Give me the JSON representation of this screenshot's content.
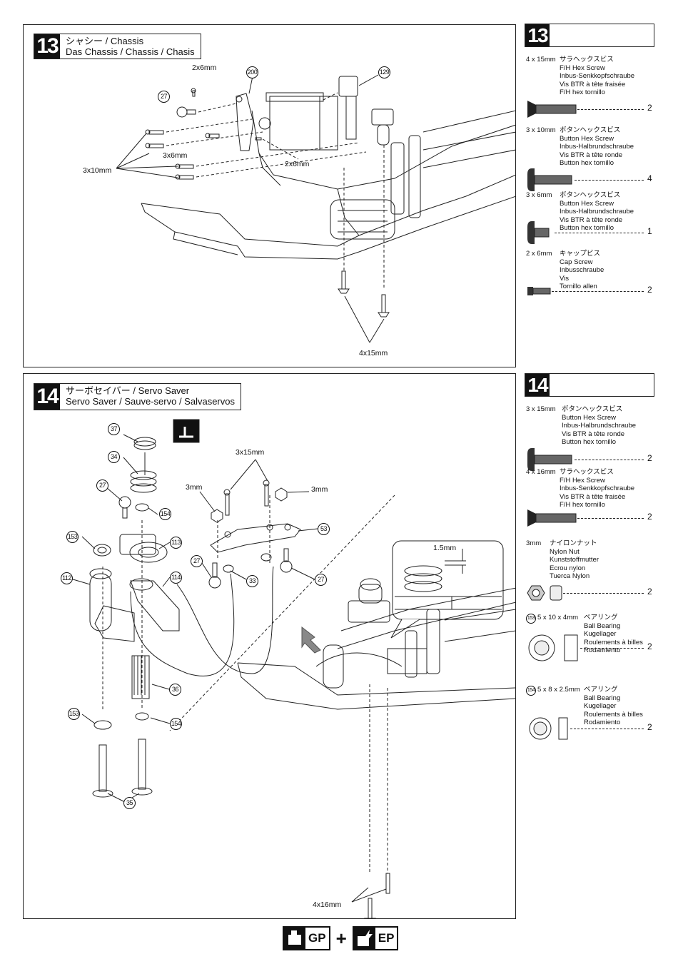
{
  "step13": {
    "number": "13",
    "title_jp": "シャシー / Chassis",
    "title_multi": "Das Chassis / Chassis / Chasis",
    "callouts": [
      "200",
      "129",
      "27"
    ],
    "labels": {
      "top_screw": "2x6mm",
      "mid_screw": "3x6mm",
      "side_screw": "2x6mm",
      "left_screws": "3x10mm",
      "bottom_screws": "4x15mm"
    },
    "parts": [
      {
        "size": "4 x 15mm",
        "names": [
          "サラヘックスビス",
          "F/H Hex Screw",
          "Inbus-Senkkopfschraube",
          "Vis BTR à tête fraisée",
          "F/H hex tornillo"
        ],
        "qty": "2"
      },
      {
        "size": "3 x 10mm",
        "names": [
          "ボタンヘックスビス",
          "Button Hex Screw",
          "Inbus-Halbrundschraube",
          "Vis BTR à tête ronde",
          "Button hex tornillo"
        ],
        "qty": "4"
      },
      {
        "size": "3 x 6mm",
        "names": [
          "ボタンヘックスビス",
          "Button Hex Screw",
          "Inbus-Halbrundschraube",
          "Vis BTR à tête ronde",
          "Button hex tornillo"
        ],
        "qty": "1"
      },
      {
        "size": "2 x 6mm",
        "names": [
          "キャップビス",
          "Cap Screw",
          "Inbusschraube",
          "Vis",
          "Tornillo allen"
        ],
        "qty": "2"
      }
    ]
  },
  "step14": {
    "number": "14",
    "title_jp": "サーボセイバー  / Servo Saver",
    "title_multi": "Servo Saver  /  Sauve-servo / Salvaservos",
    "callouts": [
      "37",
      "34",
      "27",
      "154",
      "153",
      "113",
      "112",
      "114",
      "36",
      "153",
      "154",
      "35",
      "53",
      "27",
      "33",
      "27"
    ],
    "labels": {
      "screws_top": "3x15mm",
      "nut_left": "3mm",
      "nut_right": "3mm",
      "gap": "1.5mm",
      "bottom_screws": "4x16mm"
    },
    "parts": [
      {
        "size": "3 x 15mm",
        "names": [
          "ボタンヘックスビス",
          "Button Hex Screw",
          "Inbus-Halbrundschraube",
          "Vis BTR à tête ronde",
          "Button hex tornillo"
        ],
        "qty": "2"
      },
      {
        "size": "4 x 16mm",
        "names": [
          "サラヘックスビス",
          "F/H Hex Screw",
          "Inbus-Senkkopfschraube",
          "Vis BTR à tête fraisée",
          "F/H hex tornillo"
        ],
        "qty": "2"
      },
      {
        "size": "3mm",
        "names": [
          "ナイロンナット",
          "Nylon Nut",
          "Kunststoffmutter",
          "Ecrou nylon",
          "Tuerca Nylon"
        ],
        "qty": "2"
      },
      {
        "size": "5 x 10 x 4mm",
        "callout": "153",
        "names": [
          "ベアリング",
          "Ball Bearing",
          "Kugellager",
          "Roulements à billes",
          "Rodamiento"
        ],
        "qty": "2"
      },
      {
        "size": "5 x 8 x 2.5mm",
        "callout": "154",
        "names": [
          "ベアリング",
          "Ball Bearing",
          "Kugellager",
          "Roulements à billes",
          "Rodamiento"
        ],
        "qty": "2"
      }
    ]
  },
  "footer": {
    "gp": "GP",
    "plus": "+",
    "ep": "EP"
  }
}
